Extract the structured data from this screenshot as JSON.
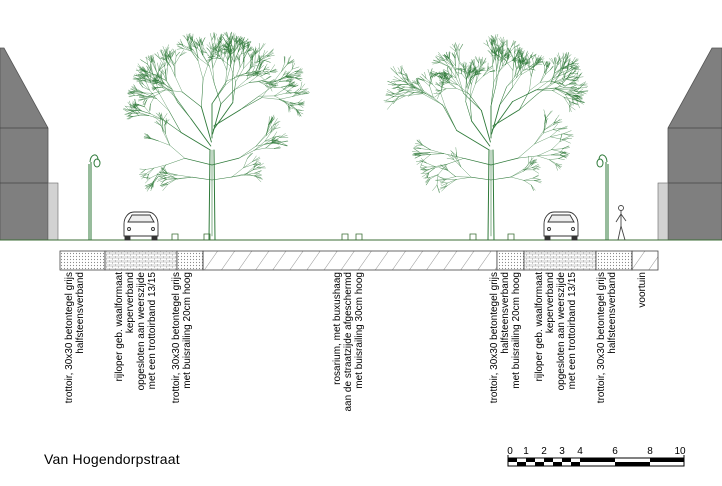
{
  "street_name": "Van Hogendorpstraat",
  "colors": {
    "building": "#7f7f7f",
    "building_light": "#d2d2d2",
    "tree": "#2f7a3a",
    "ground": "#3b6e35",
    "lamp": "#2f7a3a",
    "ink": "#000000"
  },
  "labels": [
    {
      "id": "trottoir-left",
      "lines": [
        "trottoir, 30x30 betontegel grijs",
        "halfsteensverband"
      ]
    },
    {
      "id": "rijloper-left",
      "lines": [
        "rijloper geb. waalformaat",
        "keperverband",
        "opgesloten aan weerszijde",
        "met een trottoirband 13/15"
      ]
    },
    {
      "id": "trottoir-left-2",
      "lines": [
        "trottoir, 30x30 betontegel grijs",
        "met buisrailing 20cm hoog"
      ]
    },
    {
      "id": "rosarium",
      "lines": [
        "rosarium, met buxushaag",
        "aan de straatzijde afgeschermd",
        "met buisrailing 30cm hoog"
      ]
    },
    {
      "id": "trottoir-right-1",
      "lines": [
        "trottoir, 30x30 betontegel grijs",
        "halfsteensverband",
        "met buisrailing 20cm hoog"
      ]
    },
    {
      "id": "rijloper-right",
      "lines": [
        "rijloper geb. waalformaat",
        "keperverband",
        "opgesloten aan weerszijde",
        "met een trottoirband 13/15"
      ]
    },
    {
      "id": "trottoir-right-2",
      "lines": [
        "trottoir, 30x30 betontegel grijs",
        "halfsteensverband"
      ]
    },
    {
      "id": "voortuin",
      "lines": [
        "voortuin"
      ]
    }
  ],
  "scale_bar": {
    "ticks": [
      "0",
      "1",
      "2",
      "3",
      "4",
      "6",
      "8",
      "10"
    ]
  }
}
